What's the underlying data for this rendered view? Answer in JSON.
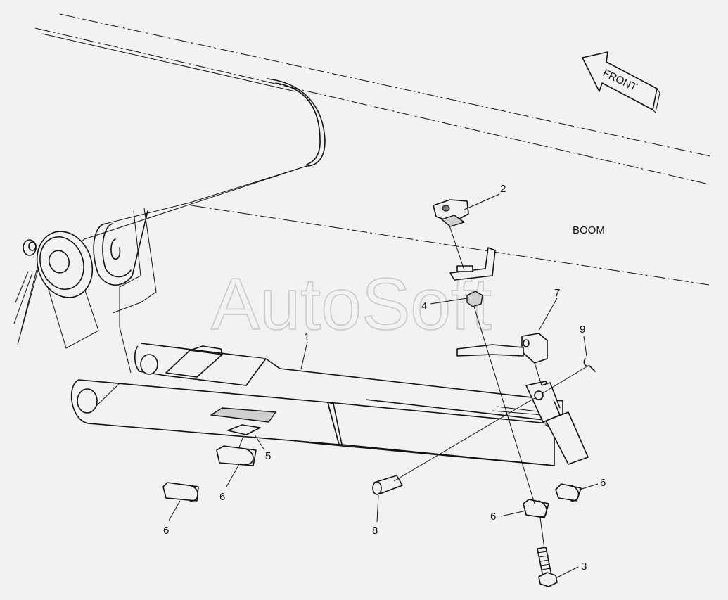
{
  "watermark": "AutoSoft",
  "boom_label": "BOOM",
  "front_label": "FRONT",
  "callouts": [
    {
      "id": "c1",
      "text": "1"
    },
    {
      "id": "c2",
      "text": "2"
    },
    {
      "id": "c3",
      "text": "3"
    },
    {
      "id": "c4",
      "text": "4"
    },
    {
      "id": "c5",
      "text": "5"
    },
    {
      "id": "c6a",
      "text": "6"
    },
    {
      "id": "c6b",
      "text": "6"
    },
    {
      "id": "c6c",
      "text": "6"
    },
    {
      "id": "c6d",
      "text": "6"
    },
    {
      "id": "c7",
      "text": "7"
    },
    {
      "id": "c8",
      "text": "8"
    },
    {
      "id": "c9",
      "text": "9"
    }
  ]
}
